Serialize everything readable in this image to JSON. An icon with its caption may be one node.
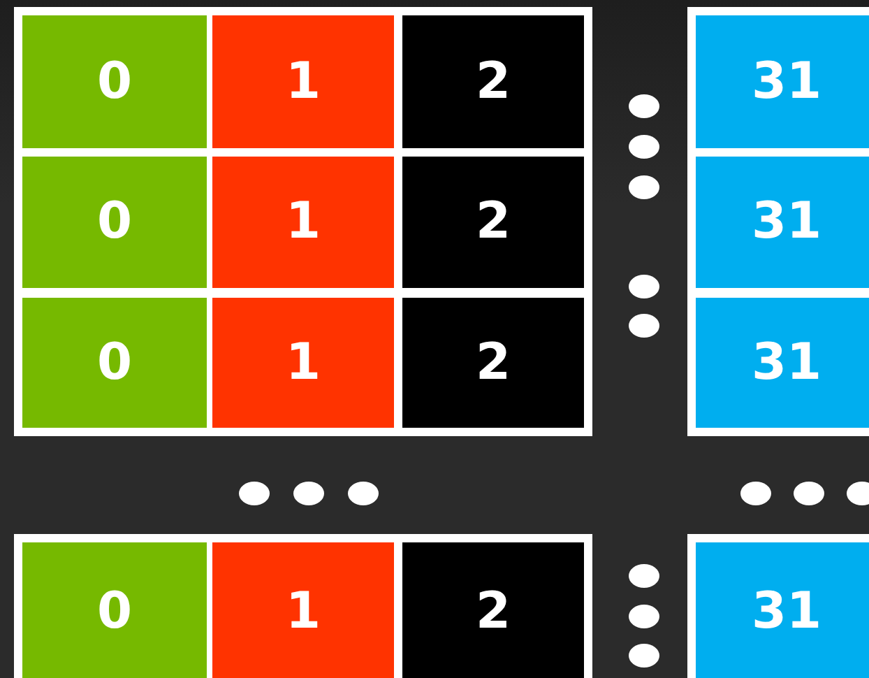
{
  "diagram": {
    "nodes": [
      {
        "text": [
          "0"
        ]
      },
      {
        "text": [
          "1"
        ]
      },
      {
        "text": [
          "2"
        ]
      },
      {
        "text": [
          "31"
        ]
      },
      {
        "text": [
          "0"
        ]
      },
      {
        "text": [
          "1"
        ]
      },
      {
        "text": [
          "2"
        ]
      },
      {
        "text": [
          "31"
        ]
      },
      {
        "text": [
          "0"
        ]
      },
      {
        "text": [
          "1"
        ]
      },
      {
        "text": [
          "2"
        ]
      },
      {
        "text": [
          "31"
        ]
      },
      {
        "text": [
          "0"
        ]
      },
      {
        "text": [
          "1"
        ]
      },
      {
        "text": [
          "2"
        ]
      },
      {
        "text": [
          "31"
        ]
      }
    ]
  }
}
